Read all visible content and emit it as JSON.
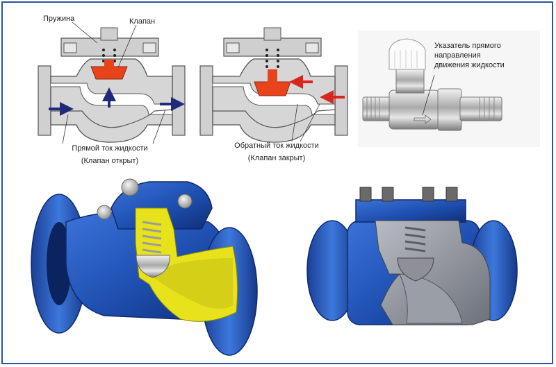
{
  "labels": {
    "spring": "Пружина",
    "valve": "Клапан",
    "forward_flow": "Прямой ток жидкости",
    "valve_open": "(Клапан открыт)",
    "reverse_flow": "Обратный ток жидкости",
    "valve_closed": "(Клапан закрыт)",
    "direction_indicator_1": "Указатель прямого",
    "direction_indicator_2": "направления",
    "direction_indicator_3": "движения жидкости"
  },
  "colors": {
    "border": "#2c52a8",
    "valve_disc": "#e8431a",
    "forward_arrow": "#1f2a7a",
    "reverse_arrow": "#d8251e",
    "body_blue": "#1f4fb4",
    "cutaway_yellow": "#e8e21c",
    "cutaway_grey": "#8a8f99",
    "diagram_grey": "#c8c8c8"
  }
}
